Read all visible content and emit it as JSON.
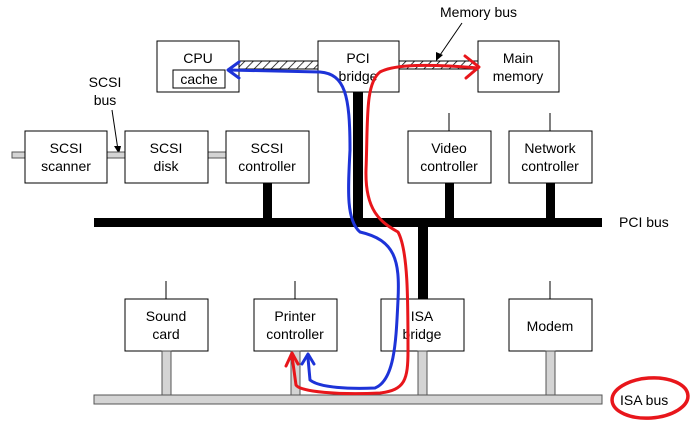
{
  "components": {
    "cpu": {
      "line1": "CPU",
      "line2": "cache"
    },
    "pci_bridge": {
      "line1": "PCI",
      "line2": "bridge"
    },
    "main_memory": {
      "line1": "Main",
      "line2": "memory"
    },
    "scsi_scanner": {
      "line1": "SCSI",
      "line2": "scanner"
    },
    "scsi_disk": {
      "line1": "SCSI",
      "line2": "disk"
    },
    "scsi_controller": {
      "line1": "SCSI",
      "line2": "controller"
    },
    "video_controller": {
      "line1": "Video",
      "line2": "controller"
    },
    "network_controller": {
      "line1": "Network",
      "line2": "controller"
    },
    "sound_card": {
      "line1": "Sound",
      "line2": "card"
    },
    "printer_controller": {
      "line1": "Printer",
      "line2": "controller"
    },
    "isa_bridge": {
      "line1": "ISA",
      "line2": "bridge"
    },
    "modem": {
      "line1": "Modem"
    }
  },
  "buses": {
    "memory_bus": "Memory bus",
    "scsi_bus_line1": "SCSI",
    "scsi_bus_line2": "bus",
    "pci_bus": "PCI bus",
    "isa_bus": "ISA bus"
  },
  "colors": {
    "annotation_red": "#e8161b",
    "annotation_blue": "#1d33d8"
  }
}
